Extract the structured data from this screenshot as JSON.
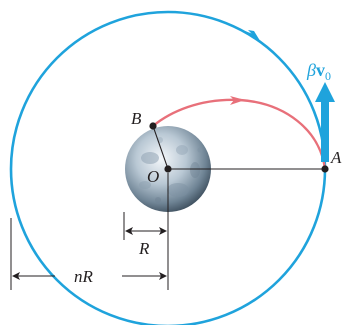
{
  "diagram": {
    "labels": {
      "point_a": "A",
      "point_b": "B",
      "center": "O",
      "radius_small": "R",
      "radius_large": "nR"
    },
    "velocity_label": {
      "beta": "β",
      "v": "v",
      "subscript": "0"
    },
    "colors": {
      "circular_orbit": "#1fa3dc",
      "trajectory": "#e8707a",
      "velocity_arrow": "#1fa3dc",
      "lines": "#231f20"
    }
  }
}
